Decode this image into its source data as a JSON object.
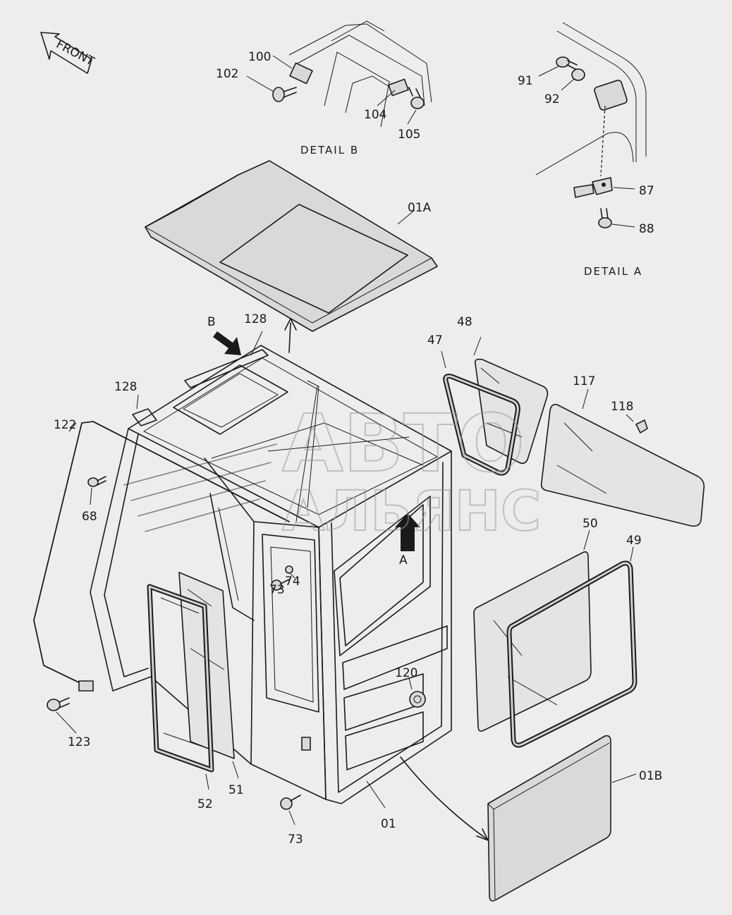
{
  "front_label": "FRONT",
  "detail_b": {
    "caption": "DETAIL B",
    "labels": [
      "100",
      "102",
      "104",
      "105"
    ]
  },
  "detail_a": {
    "caption": "DETAIL A",
    "labels": [
      "91",
      "92",
      "87",
      "88"
    ]
  },
  "callouts": {
    "roof_panel": "01A",
    "view_b": "B",
    "view_a": "A",
    "top_rail": "128",
    "left_rail": "128",
    "handrail": "122",
    "bolt_68": "68",
    "bolt_73_upper": "73",
    "washer_74": "74",
    "bolt_123": "123",
    "seal_52": "52",
    "glass_51": "51",
    "bolt_73_lower": "73",
    "cab": "01",
    "grommet_120": "120",
    "glass_48": "48",
    "seal_47": "47",
    "glass_117": "117",
    "clip_118": "118",
    "glass_50": "50",
    "seal_49": "49",
    "door_panel": "01B"
  },
  "watermark": {
    "line1": "АВТО",
    "line2": "АЛЬЯНС"
  }
}
